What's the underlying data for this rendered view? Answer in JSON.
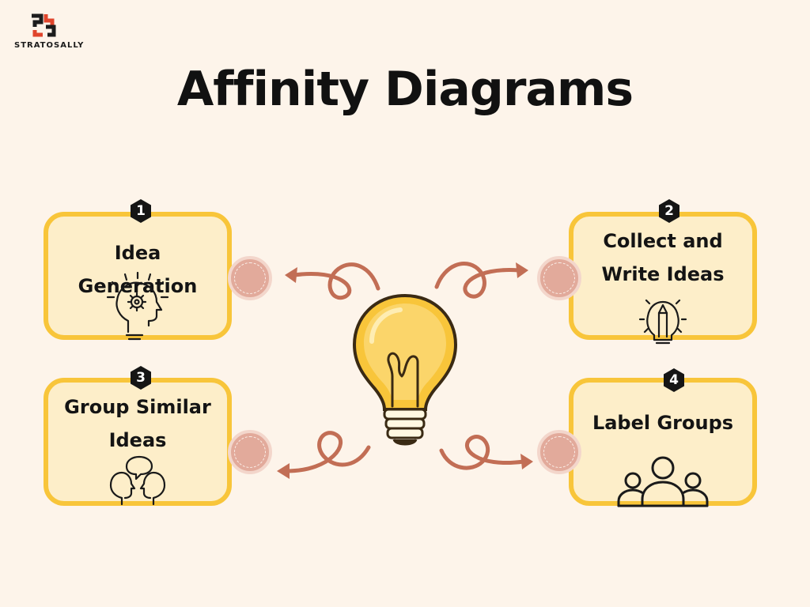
{
  "logo": {
    "name": "STRATOSALLY"
  },
  "title": "Affinity Diagrams",
  "colors": {
    "background": "#fdf4ea",
    "card_fill": "#fdeec9",
    "card_border": "#f8c53a",
    "connector": "#e2aa9b",
    "arrow": "#c26e55",
    "bulb": "#f8c53a",
    "badge": "#151515"
  },
  "steps": [
    {
      "number": "1",
      "label_lines": [
        "Idea Generation"
      ],
      "icon": "head-gear-bulb-icon"
    },
    {
      "number": "2",
      "label_lines": [
        "Collect and",
        "Write Ideas"
      ],
      "icon": "pencil-bulb-icon"
    },
    {
      "number": "3",
      "label_lines": [
        "Group Similar",
        "Ideas"
      ],
      "icon": "discussing-heads-icon"
    },
    {
      "number": "4",
      "label_lines": [
        "Label Groups"
      ],
      "icon": "people-group-icon"
    }
  ],
  "center_icon": "lightbulb-icon"
}
